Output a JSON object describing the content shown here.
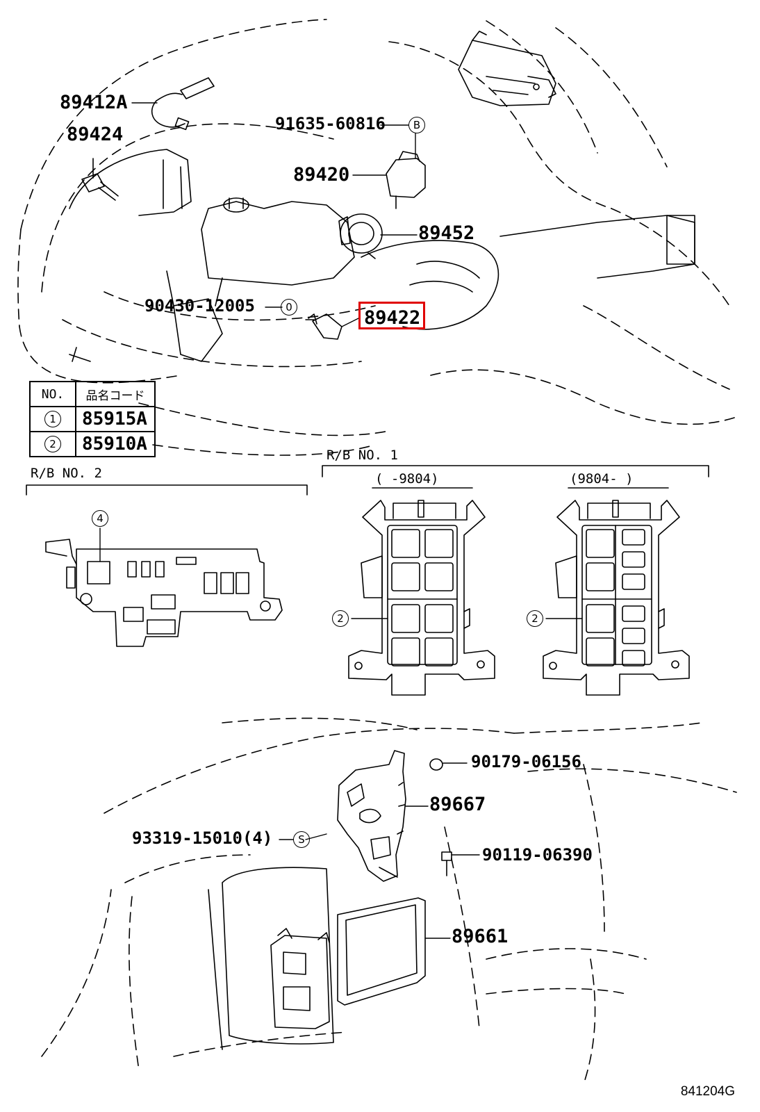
{
  "callouts": {
    "p89412A": "89412A",
    "p89424": "89424",
    "p91635": "91635-60816",
    "p89420": "89420",
    "p89452": "89452",
    "p90430": "90430-12005",
    "p89422": "89422",
    "p90179": "90179-06156",
    "p89667": "89667",
    "p93319": "93319-15010(4)",
    "p90119": "90119-06390",
    "p89661": "89661"
  },
  "markers": {
    "B": "B",
    "O": "0",
    "S": "S",
    "one": "1",
    "two": "2",
    "four": "4"
  },
  "table": {
    "header_no": "NO.",
    "header_code": "品名コード",
    "rows": [
      {
        "no": "1",
        "code": "85915A"
      },
      {
        "no": "2",
        "code": "85910A"
      }
    ]
  },
  "relay_blocks": {
    "rb2_title": "R/B NO. 2",
    "rb1_title": "R/B NO. 1",
    "rb1_left_range": "(     -9804)",
    "rb1_right_range": "(9804-      )"
  },
  "figure_code": "841204G",
  "highlight_part": "89422",
  "colors": {
    "highlight": "#e00000",
    "line": "#000000"
  }
}
